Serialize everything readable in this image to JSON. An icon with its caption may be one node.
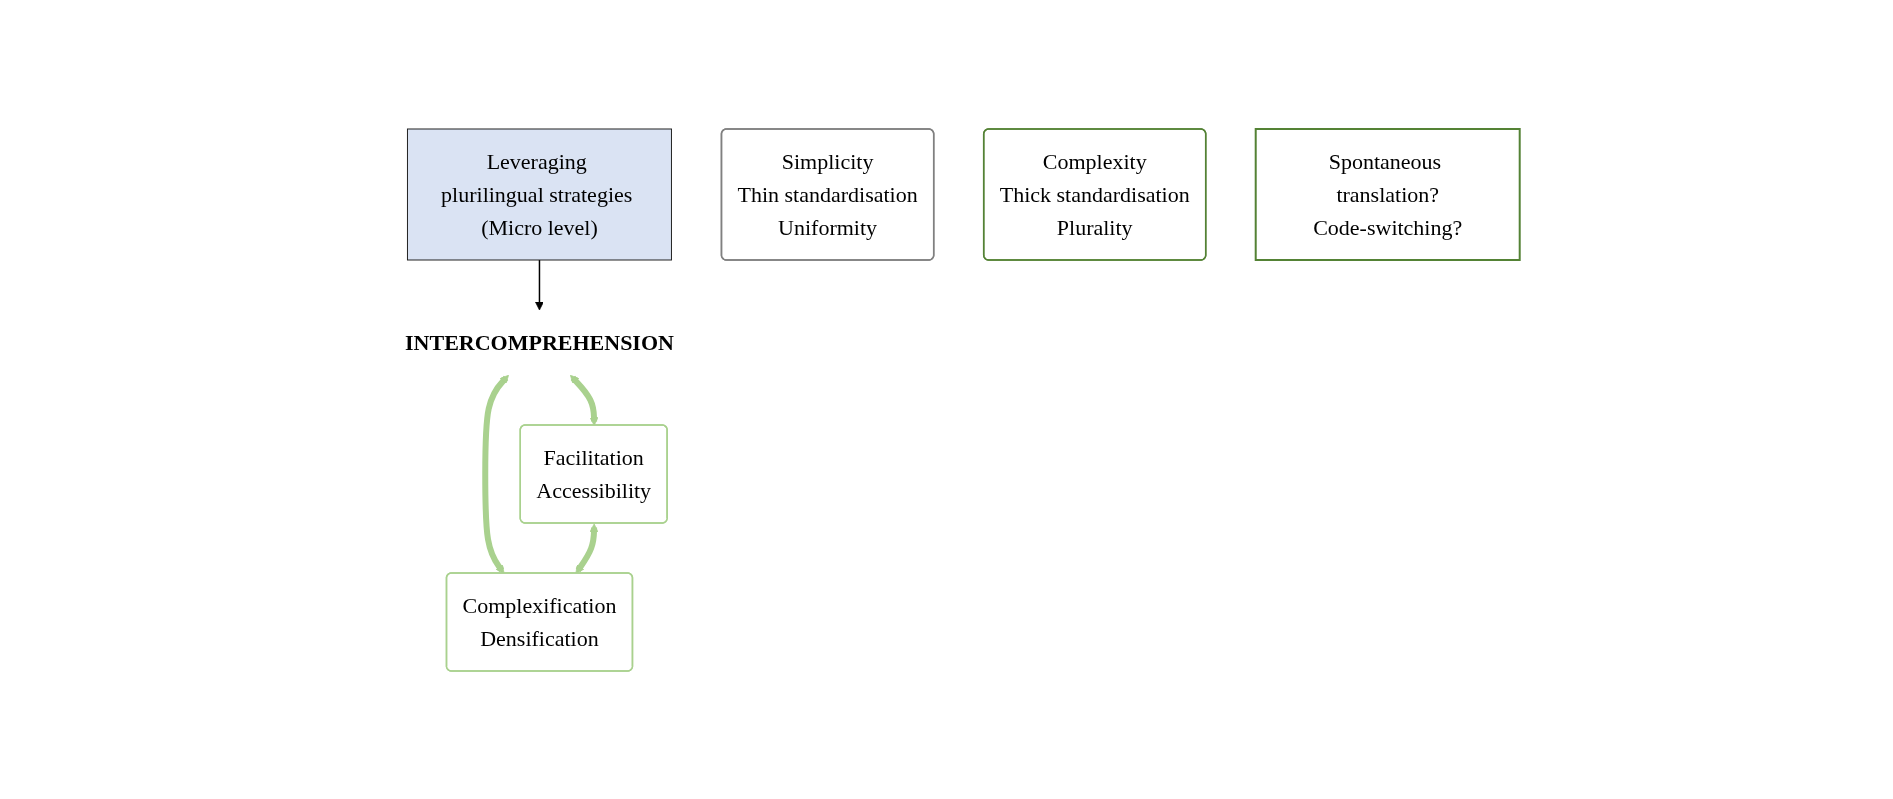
{
  "diagram": {
    "nodes": [
      {
        "text": [
          "Leveraging plurilingual strategies (Micro level)"
        ]
      },
      {
        "text": [
          "Simplicity",
          "Thin standardisation",
          "Uniformity"
        ]
      },
      {
        "text": [
          "INTERCOMPREHENSION"
        ]
      },
      {
        "text": [
          "Complexity",
          "Thick standardisation",
          "Plurality"
        ]
      },
      {
        "text": [
          "Facilitation",
          "Accessibility"
        ]
      },
      {
        "text": [
          "Complexification",
          "Densification"
        ]
      },
      {
        "text": [
          "Spontaneous translation?",
          "Code-switching?"
        ]
      }
    ],
    "edges": [
      {
        "from": 0,
        "to": 2,
        "arrow": "to",
        "color": "#000000"
      },
      {
        "from": 2,
        "to": 4,
        "arrow": "both"
      },
      {
        "from": 2,
        "to": 5,
        "arrow": "both"
      },
      {
        "from": 4,
        "to": 5,
        "arrow": "both"
      }
    ]
  }
}
